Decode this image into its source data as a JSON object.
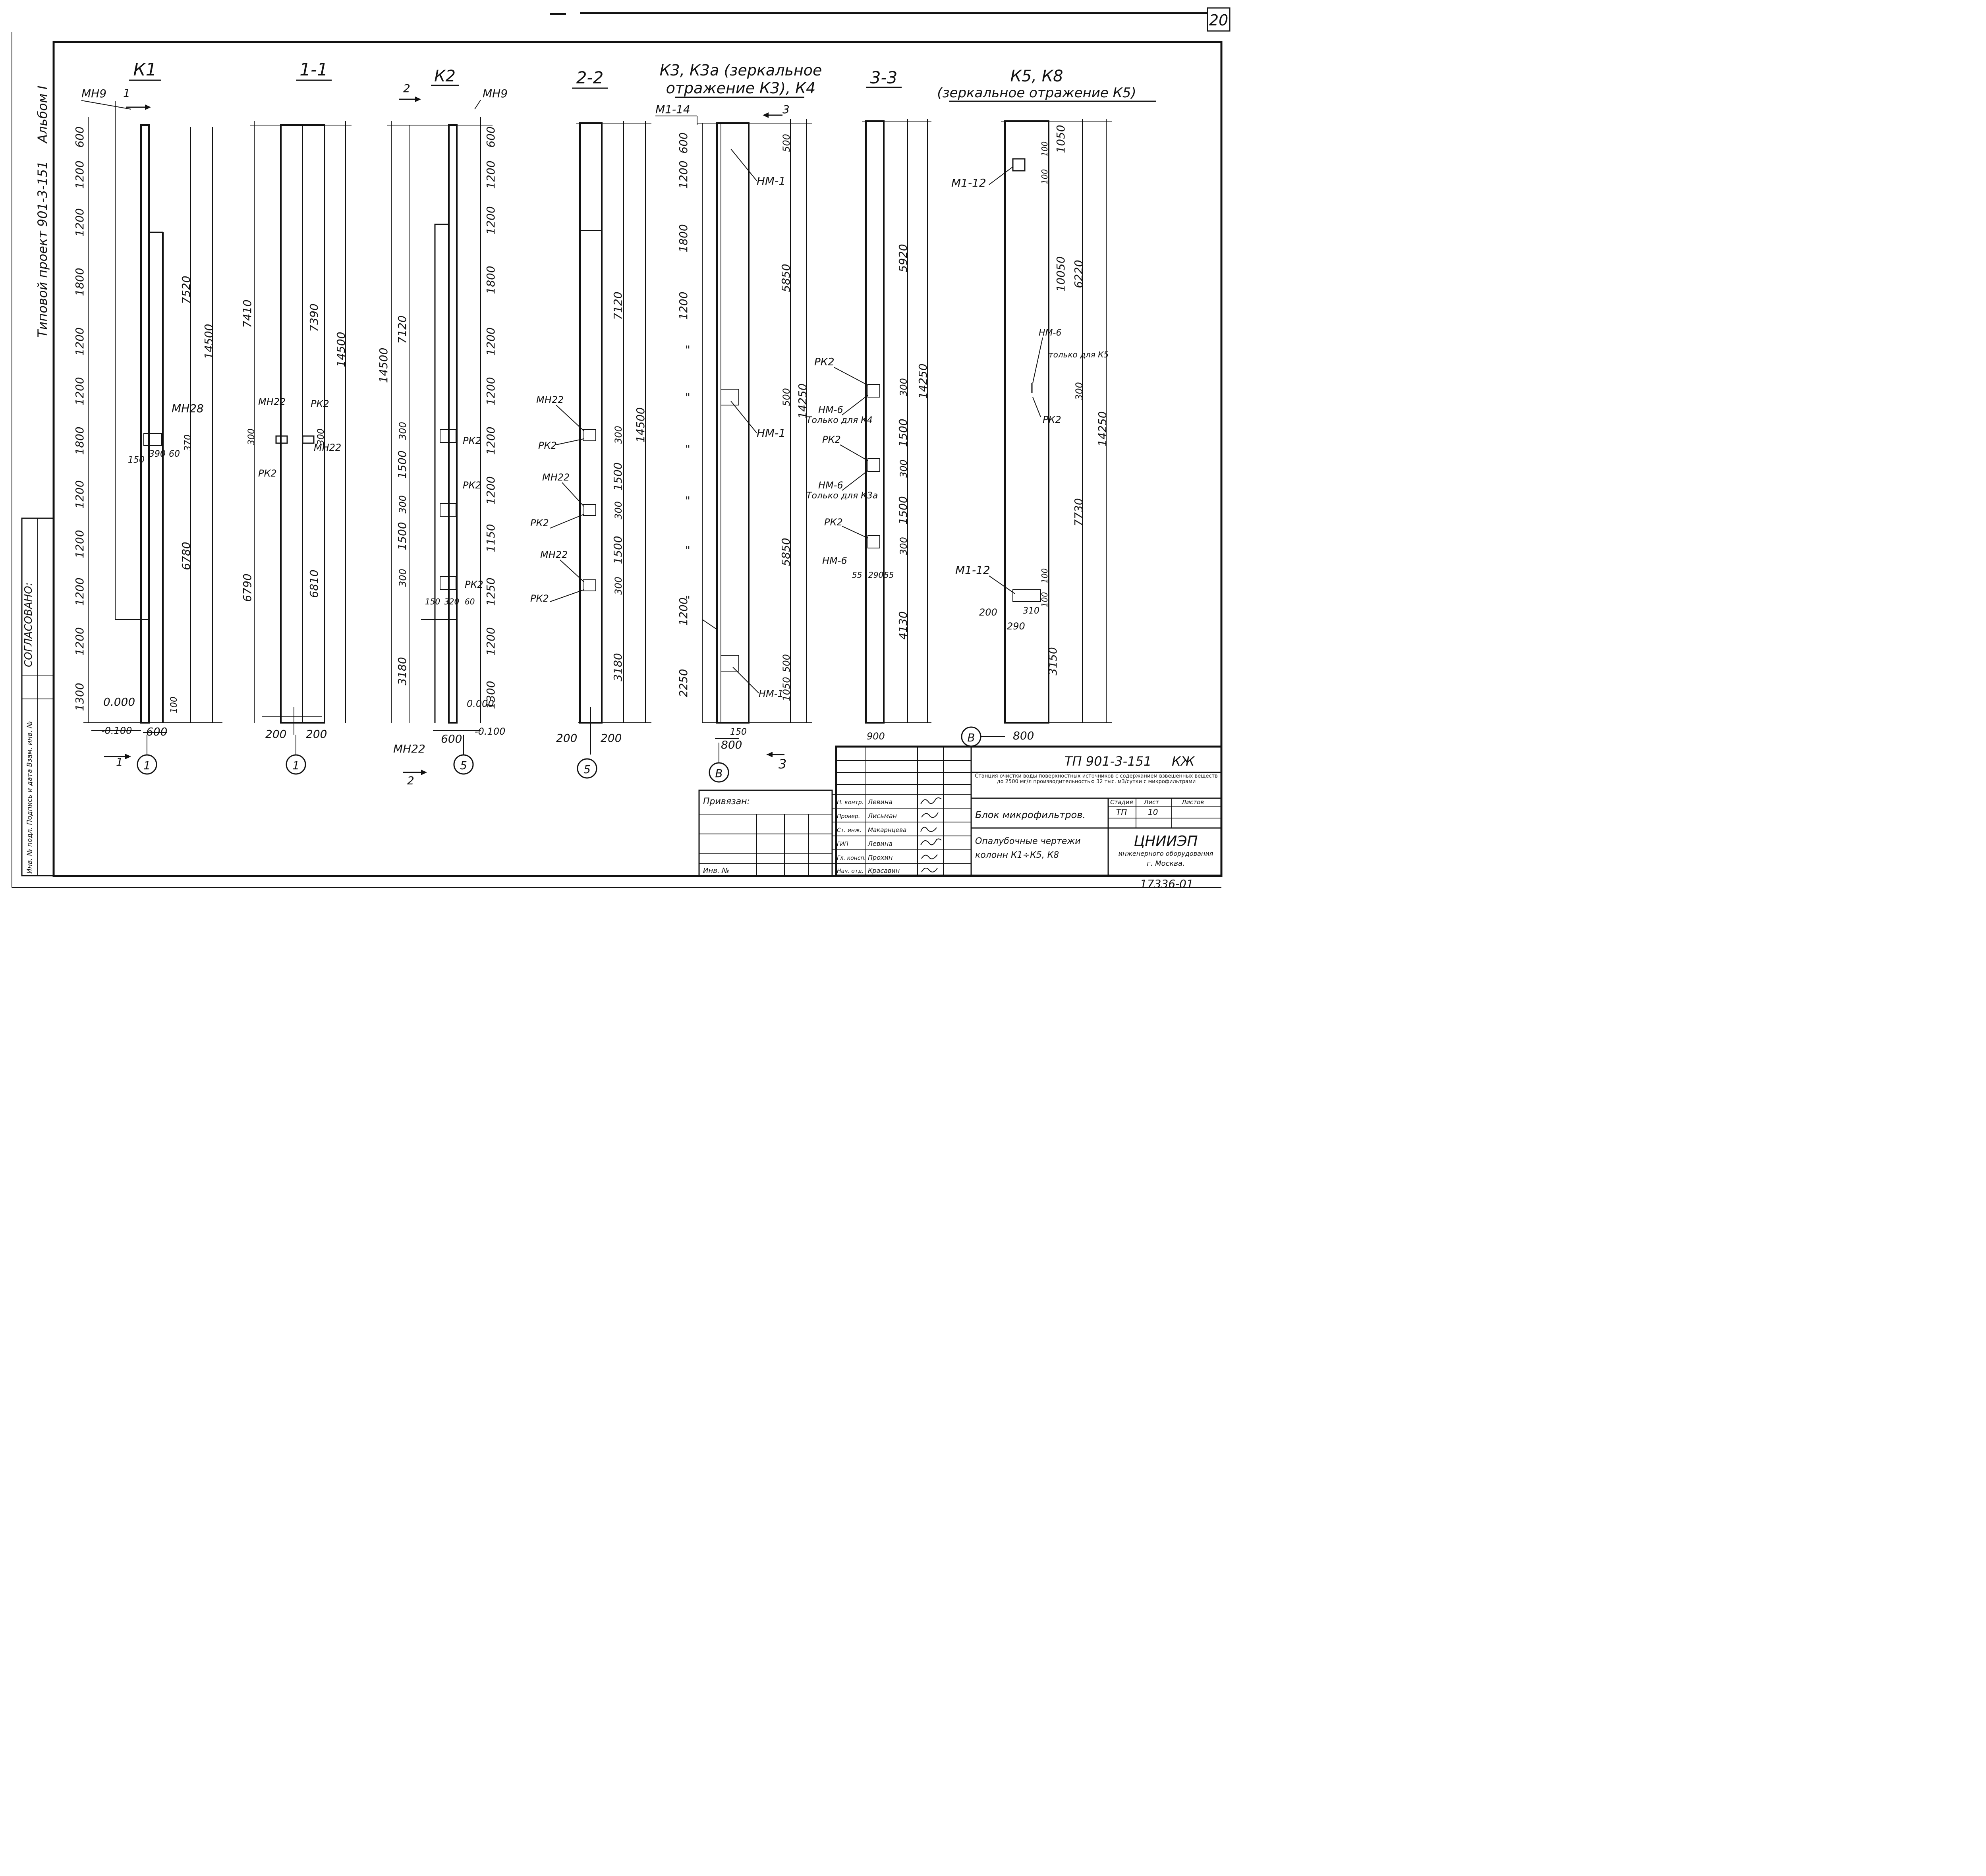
{
  "sheet": {
    "number": "20",
    "left_strip": {
      "project": "Типовой проект 901-3-151",
      "album": "Альбом I",
      "agreed": "СОГЛАСОВАНО:",
      "inventory": "Инв. № подл. Подпись и дата Взам. инв. №"
    },
    "bottom_note": "17336-01"
  },
  "views": [
    {
      "title": "К1",
      "top_label": "МН9",
      "section_marker": "1",
      "spacing": [
        "600",
        "1200",
        "1200",
        "1800",
        "1200",
        "1200",
        "1800",
        "1200",
        "1200",
        "1200",
        "1200",
        "1300"
      ],
      "totals": [
        "7520",
        "14500",
        "6780"
      ],
      "labels": [
        "МН28",
        "390",
        "60",
        "370",
        "150",
        "0.000",
        "-0.100",
        "600",
        "100"
      ],
      "axis": "1",
      "cut_marker": "1"
    },
    {
      "title": "1-1",
      "dims": [
        "7410",
        "6790",
        "7390",
        "14500",
        "6810"
      ],
      "labels": [
        "МН22",
        "РК2",
        "300",
        "РК2",
        "300",
        "МН22",
        "200",
        "200"
      ],
      "axis": "1"
    },
    {
      "title": "К2",
      "top_label": "МН9",
      "section_marker": "2",
      "spacing": [
        "600",
        "1200",
        "1200",
        "1800",
        "1200",
        "1200",
        "1200",
        "1200",
        "1150",
        "1250",
        "1200",
        "1300"
      ],
      "totals": [
        "14500",
        "7120",
        "1500",
        "1500",
        "3180"
      ],
      "labels": [
        "300",
        "300",
        "300",
        "РК2",
        "РК2",
        "РК2",
        "150",
        "320",
        "60",
        "0.000",
        "-0.100",
        "600",
        "МН22"
      ],
      "axis": "5",
      "cut_marker": "2"
    },
    {
      "title": "2-2",
      "dims": [
        "7120",
        "14500",
        "300",
        "1500",
        "300",
        "1500",
        "300",
        "3180"
      ],
      "labels": [
        "МН22",
        "РК2",
        "МН22",
        "РК2",
        "МН22",
        "РК2",
        "200",
        "200"
      ],
      "axis": "5"
    },
    {
      "title_line1": "К3, К3а (зеркальное",
      "title_line2": "отражение К3), К4",
      "top_label": "М1-14",
      "section_marker": "3",
      "spacing": [
        "600",
        "1200",
        "1800",
        "1200",
        "\"",
        "\"",
        "\"",
        "\"",
        "\"",
        "\"",
        "1200",
        "2250"
      ],
      "totals": [
        "500",
        "5850",
        "500",
        "14250",
        "5850",
        "500",
        "1050"
      ],
      "labels": [
        "НМ-1",
        "НМ-1",
        "НМ-1",
        "150",
        "800"
      ],
      "axis": "В",
      "cut_marker": "3"
    },
    {
      "title": "3-3",
      "dims": [
        "5920",
        "14250",
        "300",
        "1500",
        "300",
        "1500",
        "300",
        "4130"
      ],
      "labels": [
        "РК2",
        "НМ-6",
        "Только для К4",
        "РК2",
        "НМ-6",
        "Только для К3а",
        "РК2",
        "НМ-6",
        "55",
        "290",
        "55",
        "900"
      ]
    },
    {
      "title": "К5, К8",
      "subtitle": "(зеркальное отражение К5)",
      "dims": [
        "1050",
        "100",
        "100",
        "10050",
        "6220",
        "300",
        "14250",
        "7730",
        "100",
        "100",
        "3150"
      ],
      "labels": [
        "М1-12",
        "НМ-6",
        "только для К5",
        "РК2",
        "М1-12",
        "200",
        "290",
        "310",
        "800"
      ],
      "axis": "В"
    }
  ],
  "title_block": {
    "code": "ТП 901-3-151",
    "mark": "КЖ",
    "project_name": "Станция очистки воды поверхностных источников с содержанием взвешенных веществ до 2500 мг/л производительностью 32 тыс. м3/сутки с микрофильтрами",
    "object": "Блок микрофильтров.",
    "sheet_title_1": "Опалубочные чертежи",
    "sheet_title_2": "колонн К1÷К5, К8",
    "stage_h": "Стадия",
    "sheet_h": "Лист",
    "sheets_h": "Листов",
    "stage": "ТП",
    "sheet_no": "10",
    "sheets": "",
    "org": "ЦНИИЭП",
    "org_line2": "инженерного оборудования",
    "org_line3": "г. Москва.",
    "tied": "Привязан:",
    "inv": "Инв. №",
    "signatures": [
      {
        "role": "Н. контр.",
        "name": "Левина"
      },
      {
        "role": "Провер.",
        "name": "Лисьман"
      },
      {
        "role": "Ст. инж.",
        "name": "Макарнцева"
      },
      {
        "role": "ГИП",
        "name": "Левина"
      },
      {
        "role": "Гл. консп.",
        "name": "Прохин"
      },
      {
        "role": "Нач. отд.",
        "name": "Красавин"
      }
    ]
  }
}
